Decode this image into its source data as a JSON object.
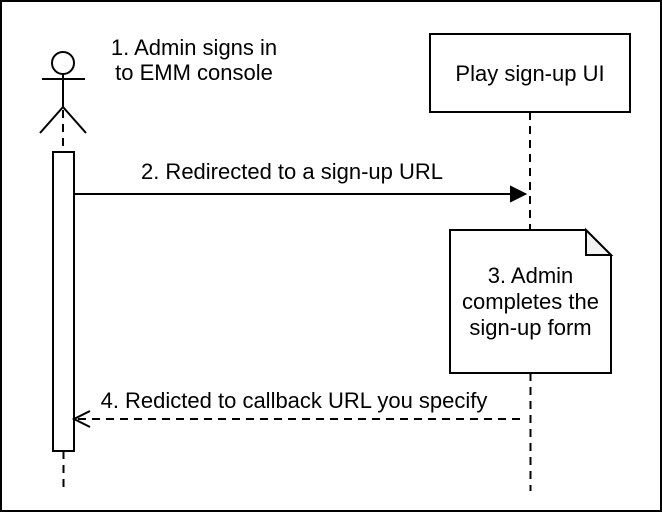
{
  "diagram": {
    "type": "sequence-diagram",
    "actor": {
      "label": "1. Admin signs in\nto EMM console"
    },
    "participants": [
      {
        "name": "admin-actor",
        "kind": "actor"
      },
      {
        "name": "play-sign-up-ui",
        "kind": "box",
        "label": "Play sign-up UI"
      }
    ],
    "play_box": {
      "label": "Play sign-up UI"
    },
    "messages": [
      {
        "step": "2",
        "label": "2. Redirected to a sign-up URL",
        "style": "solid",
        "direction": "right"
      },
      {
        "step": "4",
        "label": "4. Redicted to callback URL you specify",
        "style": "dashed",
        "direction": "left"
      }
    ],
    "note": {
      "label": "3. Admin\ncompletes the\nsign-up form"
    },
    "colors": {
      "stroke": "#000000",
      "background": "#ffffff",
      "note_fold_fill": "#f2f2f2"
    }
  }
}
